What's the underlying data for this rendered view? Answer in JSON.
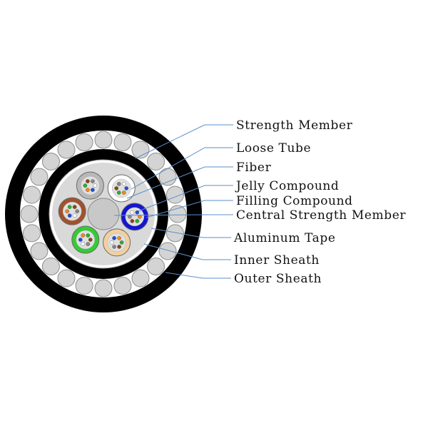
{
  "colors": {
    "sheath": "#000000",
    "wire_fill": "#d4d4d4",
    "wire_stroke": "#8c8c8c",
    "tape": "#ffffff",
    "filling": "#d9d9d9",
    "jelly": "#e0e0e0",
    "central_member": "#c8c8c8",
    "leader": "#5b8fc9"
  },
  "cable": {
    "strength_wire_count": 24,
    "tubes": [
      {
        "color": "#ffffff",
        "name": "white-tube"
      },
      {
        "color": "#1515d0",
        "name": "blue-tube"
      },
      {
        "color": "#f2d0a0",
        "name": "orange-tube"
      },
      {
        "color": "#33cc33",
        "name": "green-tube"
      },
      {
        "color": "#a0522d",
        "name": "brown-tube"
      },
      {
        "color": "#b8b8b8",
        "name": "slate-tube"
      }
    ],
    "fiber_colors": [
      "#1f4fd6",
      "#f08a1a",
      "#2bb02b",
      "#8b4513",
      "#888888",
      "#ffffff"
    ]
  },
  "labels": [
    {
      "key": "strength_member",
      "text": "Strength Member"
    },
    {
      "key": "loose_tube",
      "text": "Loose Tube"
    },
    {
      "key": "fiber",
      "text": "Fiber"
    },
    {
      "key": "jelly_compound",
      "text": "Jelly Compound"
    },
    {
      "key": "filling_compound",
      "text": "Filling Compound"
    },
    {
      "key": "central_strength_member",
      "text": "Central Strength Member"
    },
    {
      "key": "aluminum_tape",
      "text": "Aluminum Tape"
    },
    {
      "key": "inner_sheath",
      "text": "Inner Sheath"
    },
    {
      "key": "outer_sheath",
      "text": "Outer Sheath"
    }
  ]
}
